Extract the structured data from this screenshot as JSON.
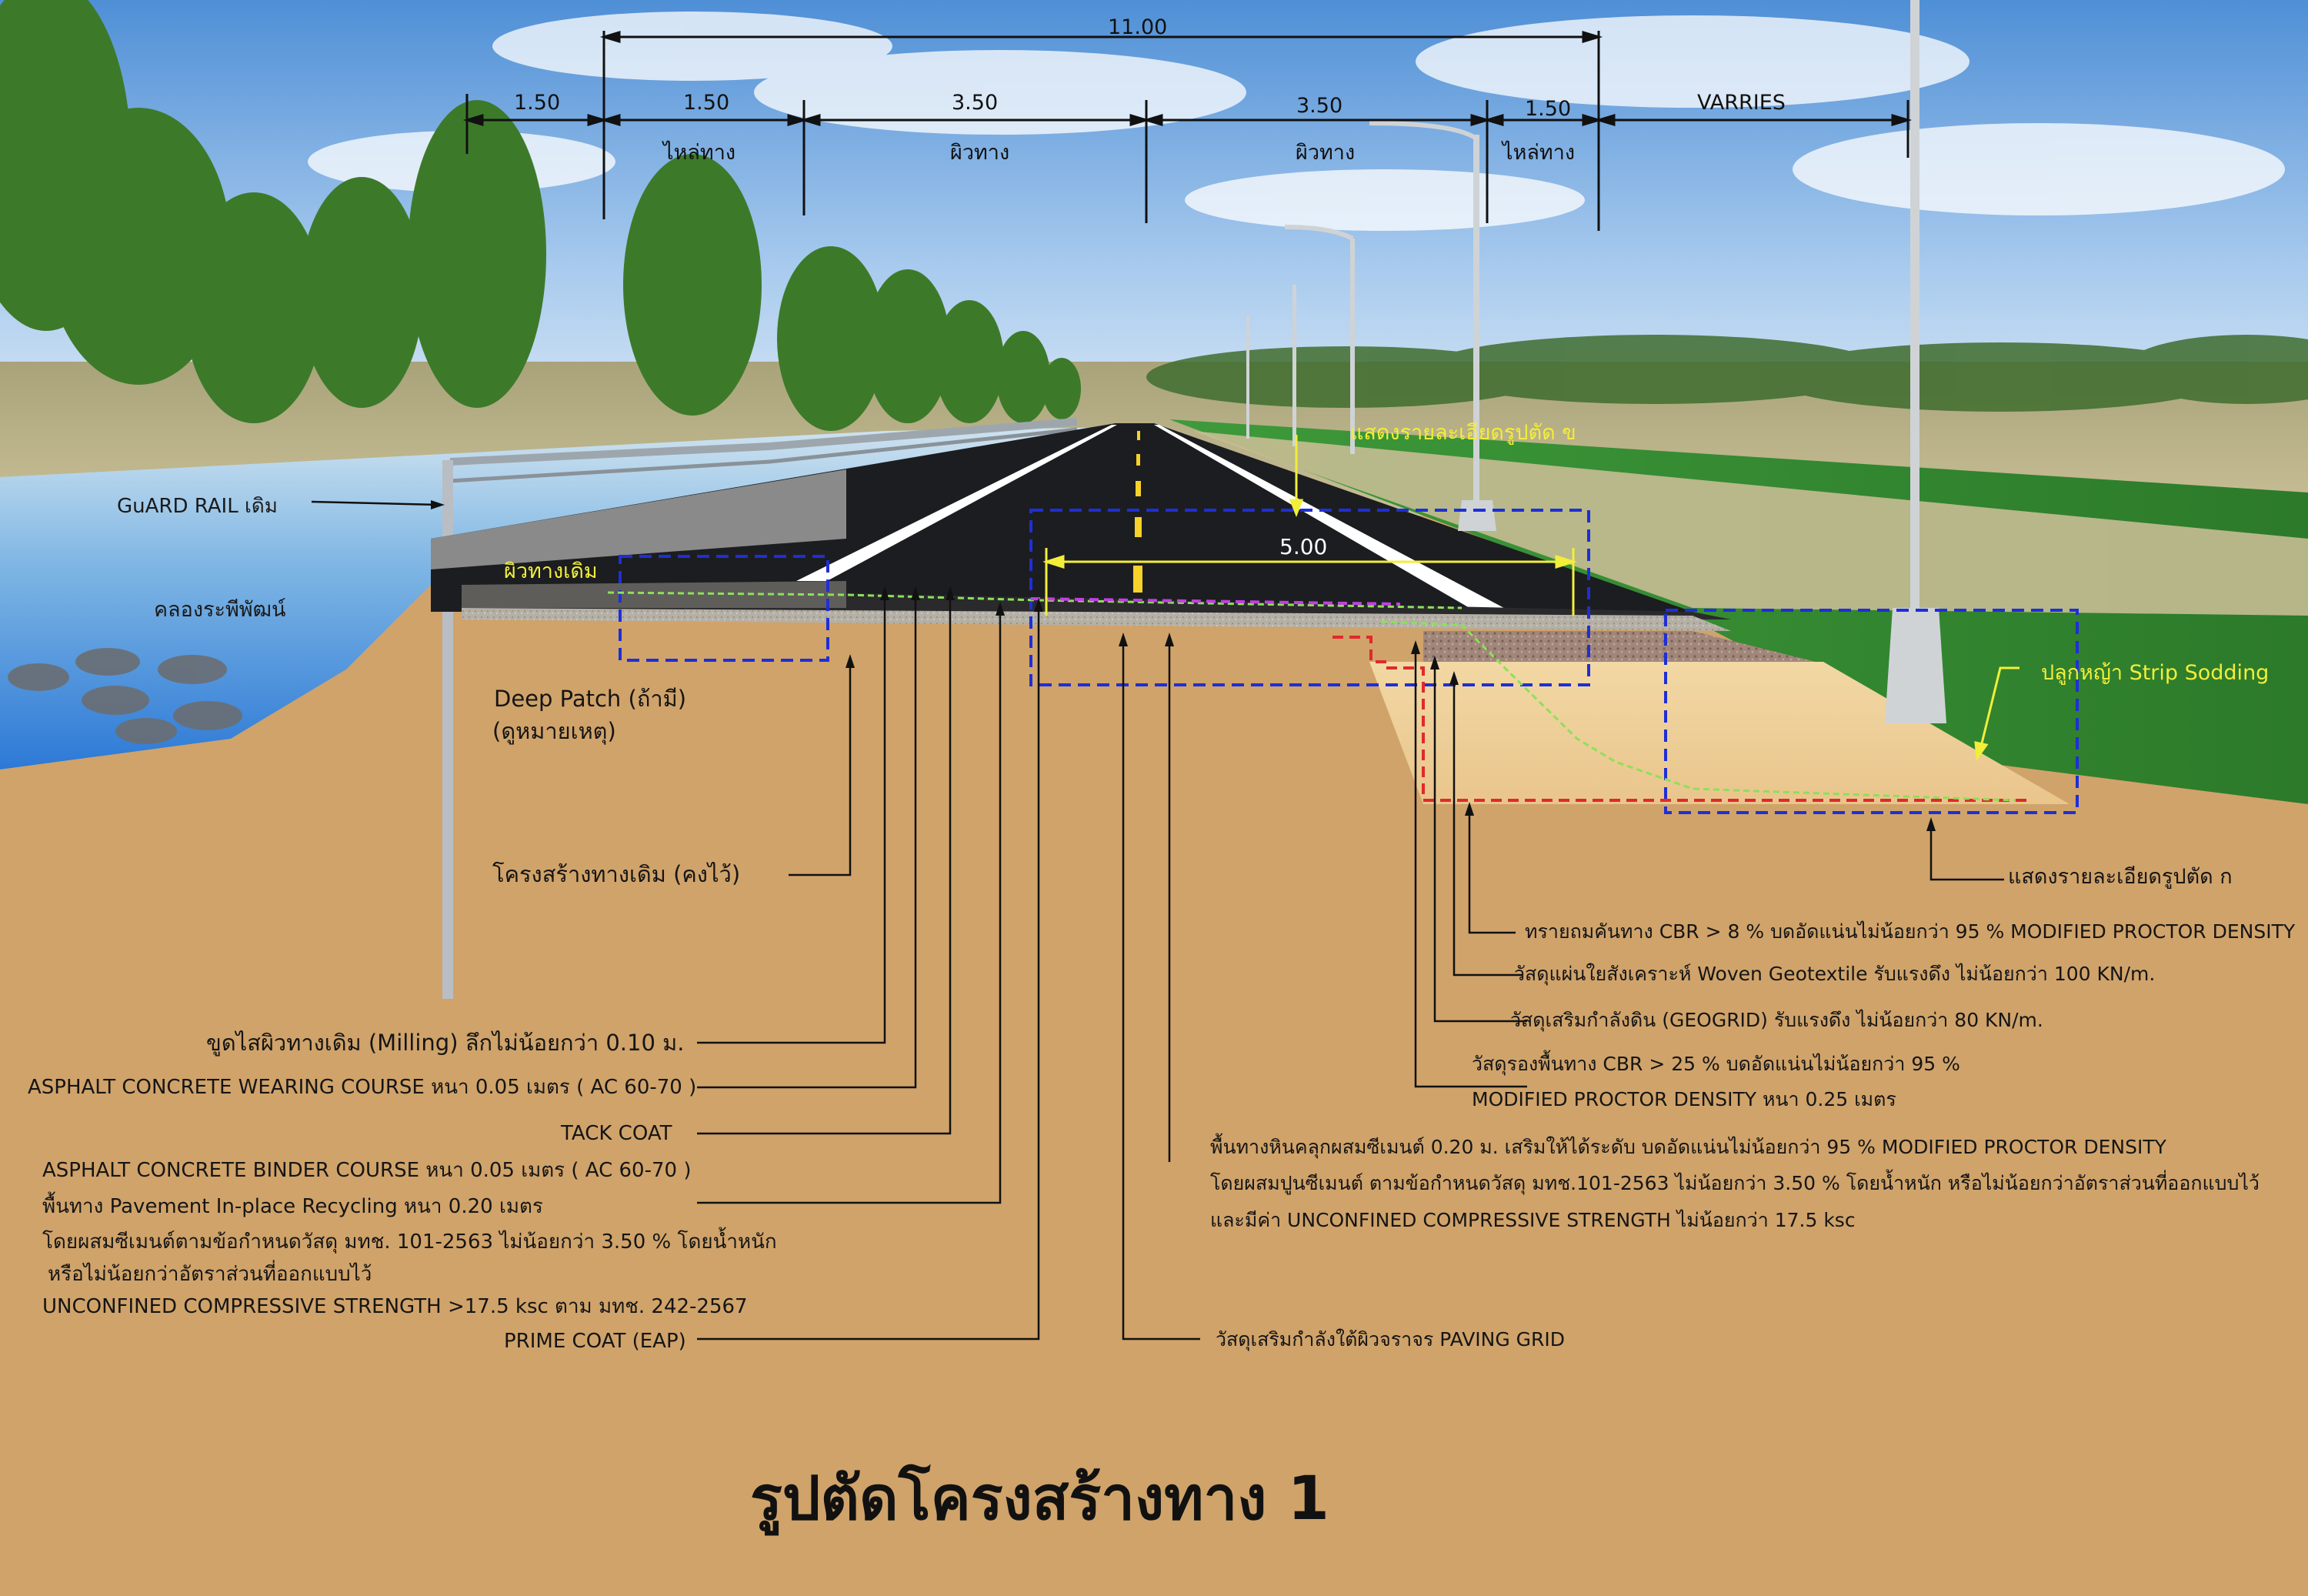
{
  "title": "รูปตัดโครงสร้างทาง 1",
  "dimensions": {
    "total": "11.00",
    "seg1": "1.50",
    "seg2": "1.50",
    "seg3": "3.50",
    "seg4": "3.50",
    "seg5": "1.50",
    "seg6": "VARRIES",
    "shoulder_left": "ไหล่ทาง",
    "lane_left": "ผิวทาง",
    "lane_right": "ผิวทาง",
    "shoulder_right": "ไหล่ทาง",
    "detail_width": "5.00"
  },
  "scene_labels": {
    "guard_rail": "GuARD RAIL เดิม",
    "canal": "คลองระพีพัฒน์",
    "existing_surface": "ผิวทางเดิม",
    "deep_patch": "Deep Patch (ถ้ามี)",
    "deep_patch_note": "(ดูหมายเหตุ)",
    "existing_structure": "โครงสร้างทางเดิม (คงไว้)",
    "detail_b": "แสดงรายละเอียดรูปตัด ข",
    "strip_sodding": "ปลูกหญ้า Strip Sodding",
    "detail_a": "แสดงรายละเอียดรูปตัด ก"
  },
  "left_notes": [
    "ขูดไสผิวทางเดิม (Milling) ลึกไม่น้อยกว่า 0.10 ม.",
    "ASPHALT CONCRETE WEARING COURSE หนา 0.05 เมตร ( AC 60-70 )",
    "TACK COAT",
    "ASPHALT CONCRETE BINDER COURSE หนา 0.05 เมตร ( AC 60-70 )",
    "พื้นทาง Pavement In-place  Recycling หนา 0.20 เมตร",
    "โดยผสมซีเมนต์ตามข้อกำหนดวัสดุ มทช. 101-2563 ไม่น้อยกว่า 3.50 % โดยน้ำหนัก",
    "หรือไม่น้อยกว่าอัตราส่วนที่ออกแบบไว้",
    "UNCONFINED COMPRESSIVE STRENGTH >17.5 ksc ตาม มทช. 242-2567",
    "PRIME COAT (EAP)"
  ],
  "right_notes": [
    "ทรายถมคันทาง CBR > 8 % บดอัดแน่นไม่น้อยกว่า 95 % MODIFIED PROCTOR DENSITY",
    "วัสดุแผ่นใยสังเคราะห์ Woven Geotextile รับแรงดึง ไม่น้อยกว่า 100 KN/m.",
    "วัสดุเสริมกำลังดิน (GEOGRID) รับแรงดึง ไม่น้อยกว่า 80 KN/m.",
    "วัสดุรองพื้นทาง CBR > 25 % บดอัดแน่นไม่น้อยกว่า 95 %",
    "MODIFIED PROCTOR DENSITY หนา 0.25 เมตร",
    "พื้นทางหินคลุกผสมซีเมนต์ 0.20 ม. เสริมให้ได้ระดับ บดอัดแน่นไม่น้อยกว่า 95 % MODIFIED PROCTOR DENSITY",
    "โดยผสมปูนซีเมนต์ ตามข้อกำหนดวัสดุ มทช.101-2563 ไม่น้อยกว่า 3.50 % โดยน้ำหนัก หรือไม่น้อยกว่าอัตราส่วนที่ออกแบบไว้",
    "และมีค่า UNCONFINED COMPRESSIVE STRENGTH ไม่น้อยกว่า 17.5 ksc",
    "วัสดุเสริมกำลังใต้ผิวจราจร PAVING GRID"
  ]
}
